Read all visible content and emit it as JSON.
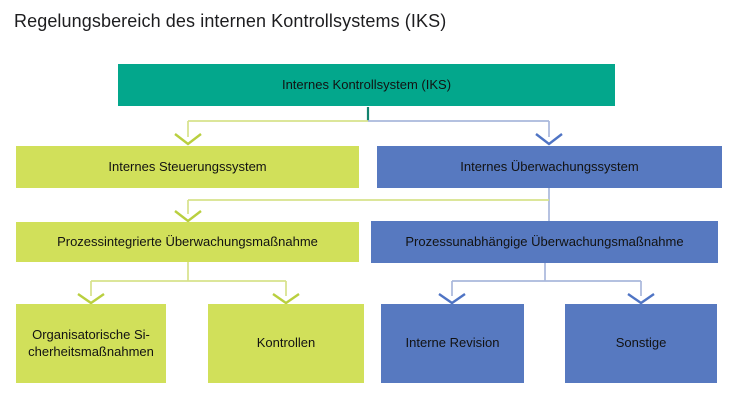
{
  "title": "Regelungsbereich des internen Kontrollsystems (IKS)",
  "nodes": {
    "iks": {
      "label": "Internes Kontrollsystem (IKS)"
    },
    "steuerungssystem": {
      "label": "Internes Steuerungssystem"
    },
    "ueberwachungssystem": {
      "label": "Internes Überwachungssystem"
    },
    "prozessintegriert": {
      "label": "Prozessintegrierte Überwachungsmaßnahme"
    },
    "prozessunabhaengig": {
      "label": "Prozessunabhängige Überwachungsmaßnahme"
    },
    "org_sicherheit": {
      "label": "Organisatorische Si-\ncherheitsmaßnahmen"
    },
    "kontrollen": {
      "label": "Kontrollen"
    },
    "interne_revision": {
      "label": "Interne Revision"
    },
    "sonstige": {
      "label": "Sonstige"
    }
  },
  "colors": {
    "teal_box": "#03a78c",
    "lime_box": "#d1e05a",
    "blue_box": "#5779c0",
    "teal_connector": "#12836e",
    "lime_connector": "#d7e28b",
    "lime_arrow": "#b9cf3f",
    "blue_connector": "#a9b8dc",
    "blue_arrow": "#4f74c4",
    "text": "#1d1d1f"
  }
}
